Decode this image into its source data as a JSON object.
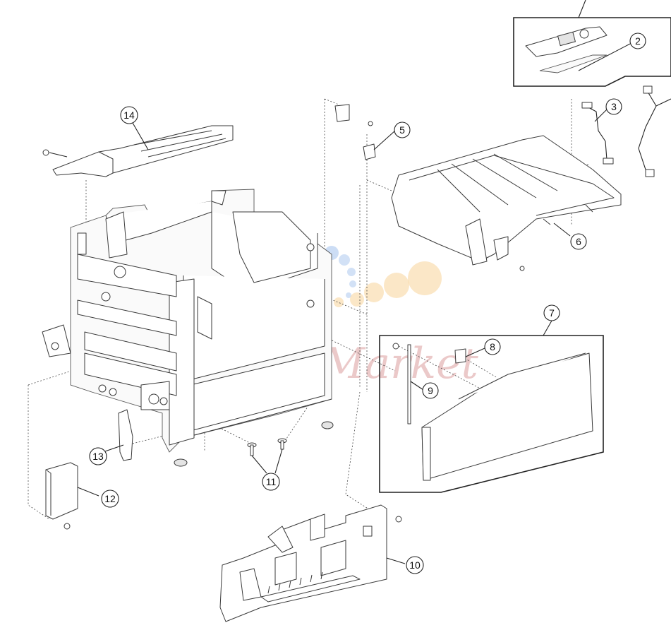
{
  "watermark": {
    "text": "Ink-Market",
    "colors": {
      "blue": "#8fb4e8",
      "orange": "#f7c983",
      "red": "#d98d8d"
    }
  },
  "callouts": [
    {
      "id": "2",
      "label": "2"
    },
    {
      "id": "3",
      "label": "3"
    },
    {
      "id": "5",
      "label": "5"
    },
    {
      "id": "6",
      "label": "6"
    },
    {
      "id": "7",
      "label": "7"
    },
    {
      "id": "8",
      "label": "8"
    },
    {
      "id": "9",
      "label": "9"
    },
    {
      "id": "10",
      "label": "10"
    },
    {
      "id": "11",
      "label": "11"
    },
    {
      "id": "12",
      "label": "12"
    },
    {
      "id": "13",
      "label": "13"
    },
    {
      "id": "14",
      "label": "14"
    }
  ]
}
